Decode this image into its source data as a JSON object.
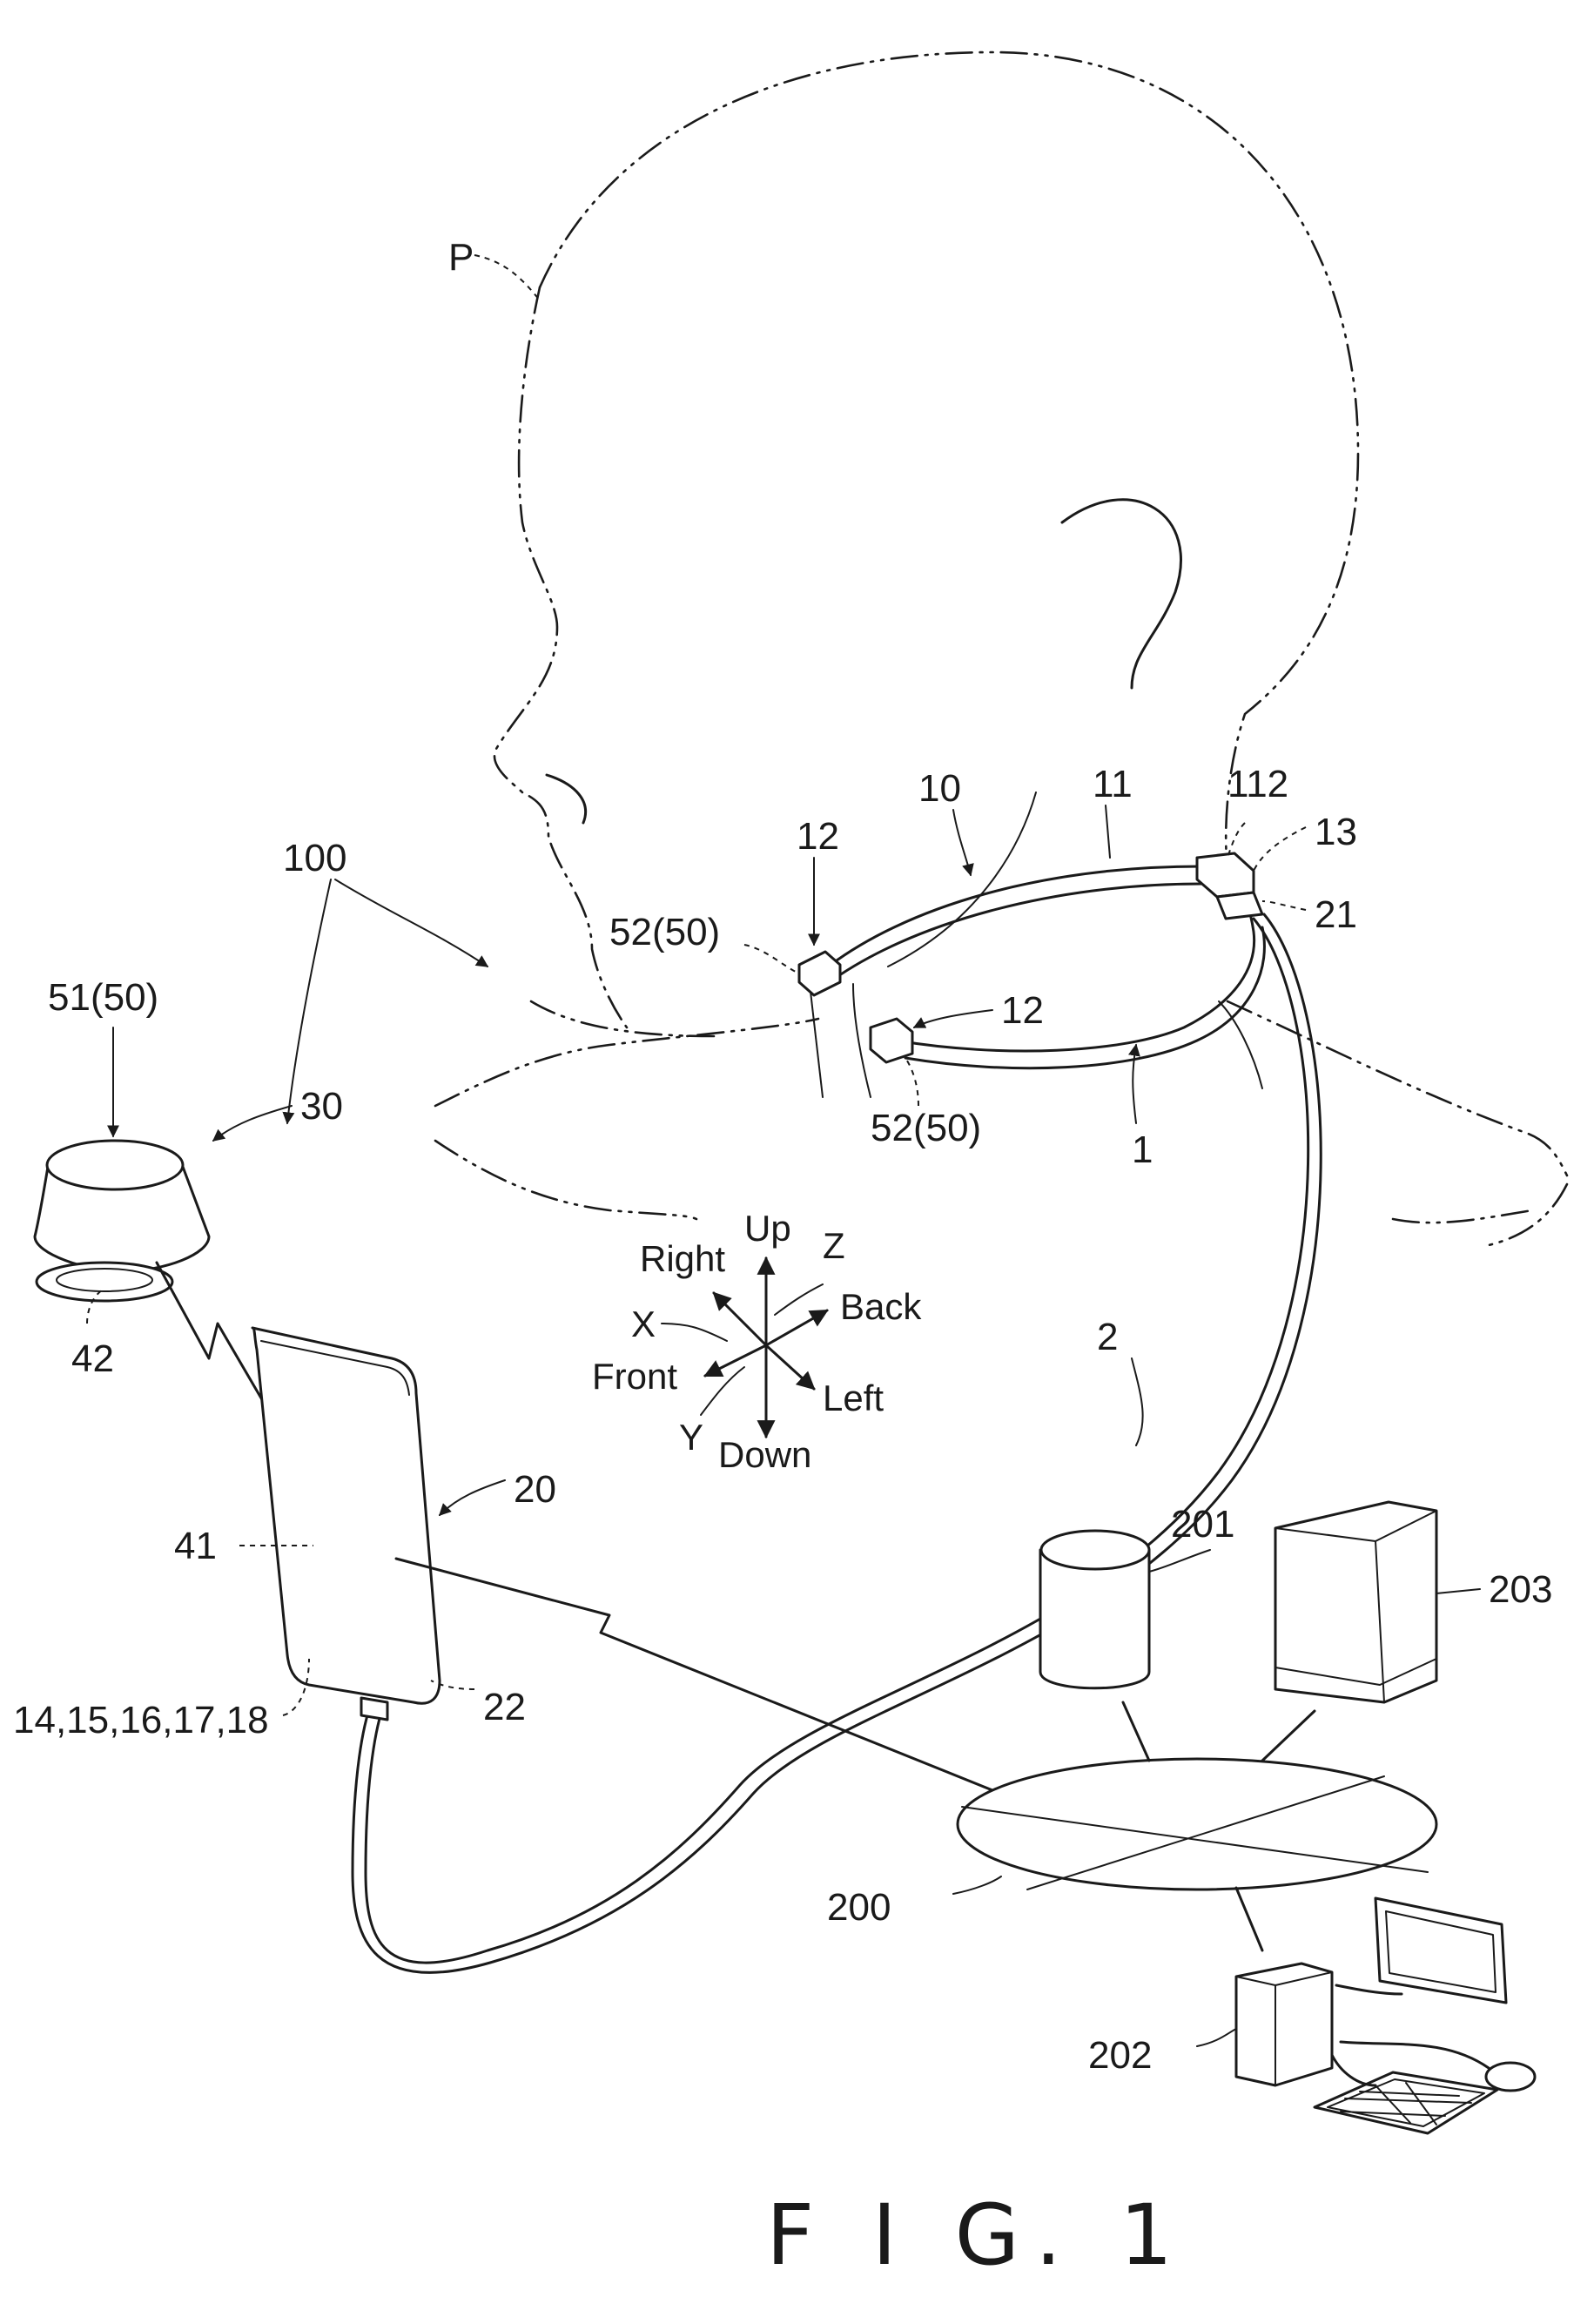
{
  "figure": {
    "caption": "F I G. 1"
  },
  "labels": {
    "person": "P",
    "system": "100",
    "device_body": "10",
    "band": "11",
    "band_part": "112",
    "connector": "13",
    "tip_upper": "12",
    "tip_lower": "12",
    "electrode_upper": "52(50)",
    "electrode_lower": "52(50)",
    "wearable_unit": "1",
    "cable_connector": "21",
    "cable": "2",
    "speaker_unit": "30",
    "speaker_electrode": "51(50)",
    "speaker_base": "42",
    "terminal": "20",
    "terminal_screen": "41",
    "terminal_port": "22",
    "terminal_modules": "14,15,16,17,18",
    "network": "200",
    "database": "201",
    "computer": "202",
    "server": "203"
  },
  "axes": {
    "up": "Up",
    "down": "Down",
    "right": "Right",
    "left": "Left",
    "front": "Front",
    "back": "Back",
    "x": "X",
    "y": "Y",
    "z": "Z"
  }
}
